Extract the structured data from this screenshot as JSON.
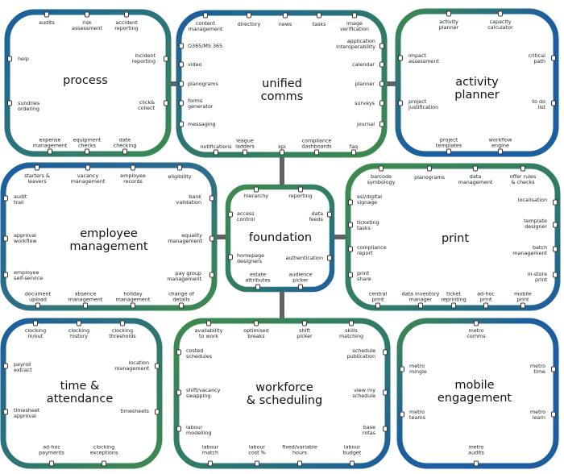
{
  "colors": {
    "blue": "#1c5ea0",
    "green": "#3e8a4c",
    "connector": "#5e6266",
    "node": "#3a3a3a"
  },
  "modules": {
    "process": {
      "title": "process",
      "items": {
        "audits": "audits",
        "risk": "risk\nassessment",
        "accident": "accident\nreporting",
        "help": "help",
        "incident": "incident\nreporting",
        "sundries": "sundries\nordering",
        "click": "click&\ncollect",
        "expense": "expense\nmanagement",
        "equipment": "equipment\nchecks",
        "date": "date\nchecking"
      }
    },
    "unified_comms": {
      "title": "unified\ncomms",
      "items": {
        "content": "content\nmanagement",
        "directory": "directory",
        "news": "news",
        "tasks": "tasks",
        "image": "image\nverification",
        "o365": "O365/MS 365",
        "app": "application\ninteroperability",
        "video": "video",
        "calendar": "calendar",
        "planograms": "planograms",
        "planner": "planner",
        "forms": "forms\ngenerator",
        "surveys": "surveys",
        "messaging": "messaging",
        "journal": "journal",
        "notifications": "notifications",
        "league": "league\nladders",
        "kpi": "kpi",
        "compliance": "compliance\ndashboards",
        "faq": "faq"
      }
    },
    "activity_planner": {
      "title": "activity\nplanner",
      "items": {
        "activity": "activity\nplanner",
        "capacity": "capacity\ncalculator",
        "impact": "impact\nassessment",
        "critical": "critical\npath",
        "project_just": "project\njustification",
        "todo": "to do\nlist",
        "project_tmpl": "project\ntemplates",
        "workflow": "workflow\nengine"
      }
    },
    "employee_management": {
      "title": "employee\nmanagement",
      "items": {
        "starters": "starters &\nleavers",
        "vacancy": "vacancy\nmanagement",
        "records": "employee\nrecords",
        "eligibility": "eligibility",
        "audit_trail": "audit\ntrail",
        "bank": "bank\nvalidation",
        "approval": "approval\nworkflow",
        "equality": "equality\nmanagement",
        "self_service": "employee\nself-service",
        "pay_group": "pay group\nmanagement",
        "doc_upload": "document\nupload",
        "absence": "absence\nmanagement",
        "holiday": "holiday\nmanagement",
        "change": "change of\ndetails"
      }
    },
    "foundation": {
      "title": "foundation",
      "items": {
        "hierarchy": "hierarchy",
        "reporting": "reporting",
        "access": "access\ncontrol",
        "data_feeds": "data\nfeeds",
        "authentication": "authentication",
        "homepage": "homepage\ndesigners",
        "estate": "estate\nattributes",
        "audience": "audience\npicker"
      }
    },
    "print": {
      "title": "print",
      "items": {
        "barcode": "barcode\nsymbology",
        "planograms": "planograms",
        "data_mgmt": "data\nmanagement",
        "offer": "offer rules\n& checks",
        "esl": "esl/digital\nsignage",
        "localisation": "localisation",
        "ticketing": "ticketing\ntasks",
        "template": "template\ndesigner",
        "compliance": "compliance\nreport",
        "batch": "batch\nmanagement",
        "print_share": "print\nshare",
        "instore": "in-store\nprint",
        "central": "central\nprint",
        "data_inventory": "data inventory\nmanager",
        "ticket_reprint": "ticket\nreprinting",
        "adhoc": "ad-hoc\nprint",
        "mobile": "mobile\nprint"
      }
    },
    "time_attendance": {
      "title": "time &\nattendance",
      "items": {
        "clock_inout": "clocking\nin/out",
        "clock_history": "clocking\nhistory",
        "clock_thresholds": "clocking\nthresholds",
        "payroll": "payroll\nextract",
        "location": "location\nmanagement",
        "timesheet_approval": "timesheet\napproval",
        "timesheets": "timesheets",
        "adhoc_payments": "ad-hoc\npayments",
        "clock_exceptions": "clocking\nexceptions"
      }
    },
    "workforce_scheduling": {
      "title": "workforce\n& scheduling",
      "items": {
        "availability": "availability\nto work",
        "breaks": "optimised\nbreaks",
        "shift_picker": "shift\npicker",
        "skills": "skills\nmatching",
        "costed": "costed\nschedules",
        "publication": "schedule\npublication",
        "shift_vacancy": "shift/vacancy\nswapping",
        "view_schedule": "view my\nschedule",
        "labour_modelling": "labour\nmodelling",
        "base_rotas": "base\nrotas",
        "labour_match": "labour\nmatch",
        "labour_cost": "labour\ncost %",
        "fixed_variable": "fixed/variable\nhours",
        "labour_budget": "labour\nbudget"
      }
    },
    "mobile_engagement": {
      "title": "mobile\nengagement",
      "items": {
        "metro_comms": "metro\ncomms",
        "metro_mingle": "metro\nmingle",
        "metro_time": "metro\ntime",
        "metro_teams": "metro\nteams",
        "metro_learn": "metro\nlearn",
        "metro_audits": "metro\naudits"
      }
    }
  }
}
